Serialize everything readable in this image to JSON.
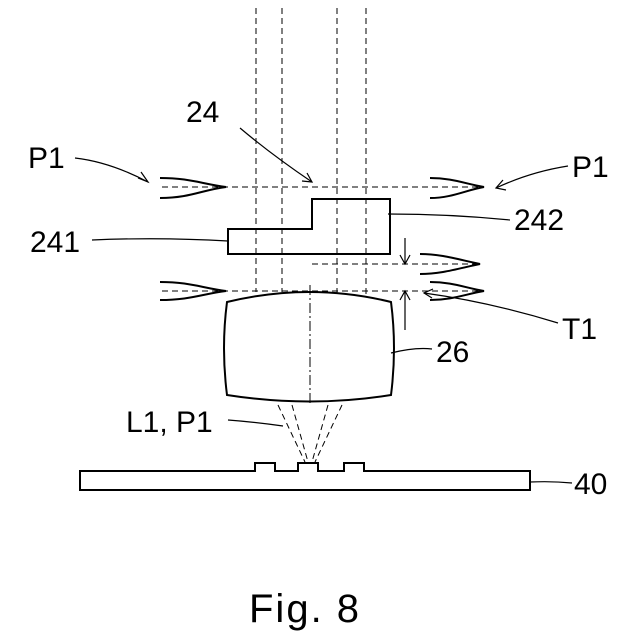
{
  "labels": {
    "p1_left": "P1",
    "p1_right": "P1",
    "ref_24": "24",
    "ref_241": "241",
    "ref_242": "242",
    "ref_26": "26",
    "ref_t1": "T1",
    "ref_l1_p1": "L1, P1",
    "ref_40": "40"
  },
  "caption": "Fig. 8"
}
